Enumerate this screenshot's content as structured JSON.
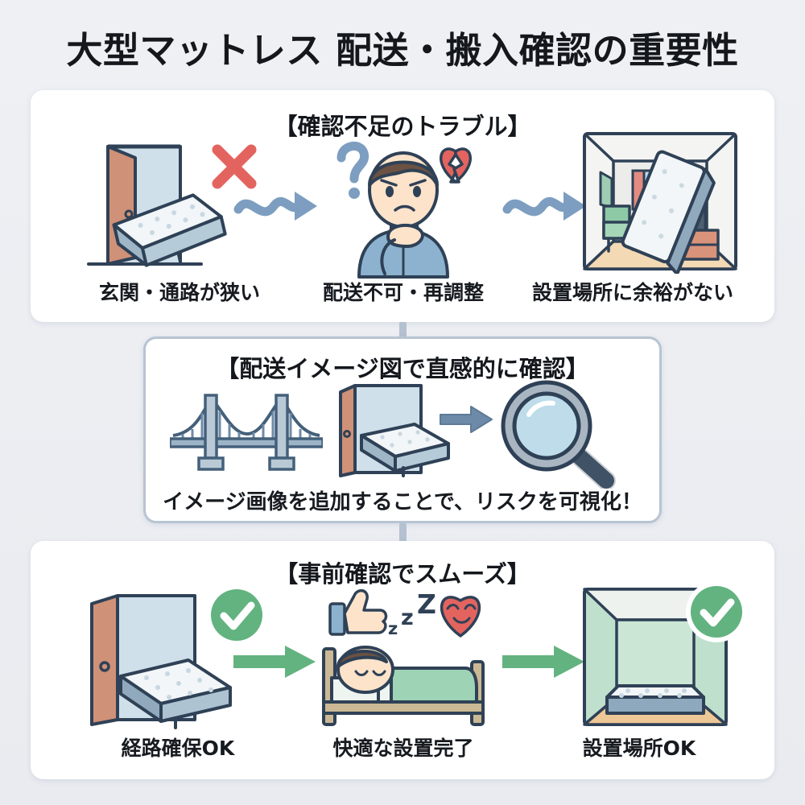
{
  "page": {
    "title": "大型マットレス 配送・搬入確認の重要性",
    "background_color": "#eef0f4"
  },
  "colors": {
    "accent_blue": "#7d9ec0",
    "accent_green": "#62b37f",
    "alert_red": "#e3645f",
    "outline": "#2f4156",
    "panel_border": "#b7c4d2",
    "door_panel": "#cf9177",
    "mattress_top": "#f2f6f8",
    "mattress_side": "#8ea8bd"
  },
  "panels": {
    "trouble": {
      "heading": "【確認不足のトラブル】",
      "items": [
        {
          "caption": "玄関・通路が狭い",
          "icon": "door-mattress-x-icon"
        },
        {
          "caption": "配送不可・再調整",
          "icon": "worried-person-icon"
        },
        {
          "caption": "設置場所に余裕がない",
          "icon": "cramped-room-icon"
        }
      ],
      "arrows": [
        {
          "style": "wavy",
          "color": "#7d9ec0"
        },
        {
          "style": "wavy",
          "color": "#7d9ec0"
        }
      ]
    },
    "solution": {
      "heading": "【配送イメージ図で直感的に確認】",
      "caption": "イメージ画像を追加することで、リスクを可視化！",
      "items": [
        {
          "icon": "suspension-bridge-icon"
        },
        {
          "icon": "door-mattress-icon"
        },
        {
          "icon": "magnifier-icon"
        }
      ],
      "arrow": {
        "style": "straight",
        "color": "#6d8aa8"
      }
    },
    "smooth": {
      "heading": "【事前確認でスムーズ】",
      "items": [
        {
          "caption": "経路確保OK",
          "icon": "door-mattress-check-icon"
        },
        {
          "caption": "快適な設置完了",
          "icon": "sleeping-person-icon"
        },
        {
          "caption": "設置場所OK",
          "icon": "spacious-room-check-icon"
        }
      ],
      "arrows": [
        {
          "style": "straight",
          "color": "#62b37f"
        },
        {
          "style": "straight",
          "color": "#62b37f"
        }
      ],
      "badges": {
        "sleep_text": "zzZ"
      }
    }
  }
}
